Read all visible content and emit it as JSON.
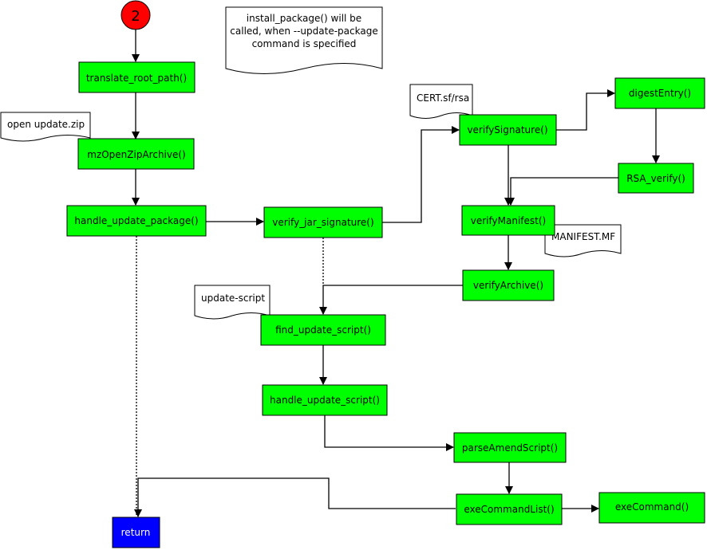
{
  "colors": {
    "process_fill": "#00ff00",
    "return_fill": "#0000ff",
    "start_fill": "#ff0000",
    "stroke": "#000000",
    "return_text": "#ffffff"
  },
  "start": {
    "label": "2"
  },
  "nodes": {
    "translate_root_path": "translate_root_path()",
    "mzOpenZipArchive": "mzOpenZipArchive()",
    "handle_update_package": "handle_update_package()",
    "verify_jar_signature": "verify_jar_signature()",
    "verifySignature": "verifySignature()",
    "digestEntry": "digestEntry()",
    "RSA_verify": "RSA_verify()",
    "verifyManifest": "verifyManifest()",
    "verifyArchive": "verifyArchive()",
    "find_update_script": "find_update_script()",
    "handle_update_script": "handle_update_script()",
    "parseAmendScript": "parseAmendScript()",
    "exeCommandList": "exeCommandList()",
    "exeCommand": "exeCommand()",
    "return": "return"
  },
  "notes": {
    "install_package": [
      "install_package() will be",
      "called, when --update-package",
      "command is specified"
    ],
    "open_update_zip": "open update.zip",
    "cert": "CERT.sf/rsa",
    "manifest": "MANIFEST.MF",
    "update_script": "update-script"
  }
}
